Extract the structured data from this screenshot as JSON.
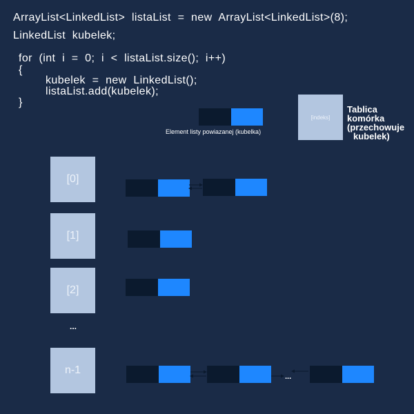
{
  "code": {
    "line1": "ArrayList<LinkedList>  listaList  =  new  ArrayList<LinkedList>(8);",
    "line2": "LinkedList  kubelek;",
    "line3": "for  (int  i  =  0;  i  <  listaList.size();  i++)",
    "line4": "{",
    "line5": "kubelek  =  new  LinkedList();",
    "line6": "listaList.add(kubelek);",
    "line7": "}"
  },
  "legend": {
    "element_label": "Element  listy  powiazanej  (kubelka)",
    "cell_label": "[indeks]",
    "table_title_1": "Tablica",
    "table_title_2": "komórka",
    "table_title_3": "(przechowuje",
    "table_title_4": "kubelek)"
  },
  "cells": [
    {
      "label": "[0]"
    },
    {
      "label": "[1]"
    },
    {
      "label": "[2]"
    },
    {
      "label": "..."
    },
    {
      "label": "n-1"
    }
  ],
  "chain_ellipsis": "...",
  "colors": {
    "background": "#1a2b47",
    "cell": "#b3c6e0",
    "node_dark": "#0b1a2e",
    "node_blue": "#1e87ff"
  }
}
